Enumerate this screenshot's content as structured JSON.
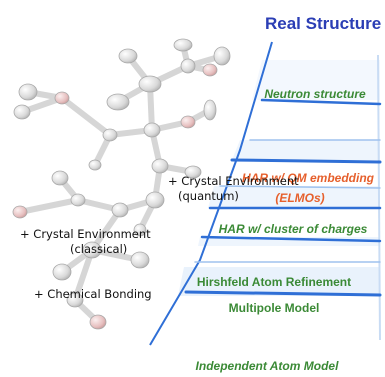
{
  "title": "Real Structure",
  "levels": {
    "neutron": "Neutron structure",
    "har_qm": "HAR w/ QM embedding",
    "elmos": "(ELMOs)",
    "har_cluster": "HAR w/ cluster of charges",
    "hirshfeld": "Hirshfeld Atom Refinement",
    "multipole": "Multipole Model",
    "iam": "Independent Atom Model"
  },
  "contributions": {
    "quantum_line1": "+ Crystal Environment",
    "quantum_line2": "(quantum)",
    "classical_line1": "+ Crystal Environment",
    "classical_line2": "(classical)",
    "bonding": "+ Chemical Bonding"
  },
  "colors": {
    "title": "#2b3eb5",
    "green_text": "#3b8a36",
    "orange_text": "#e6602d",
    "blue_band": "#2f6fd6",
    "band_fill": "#eaf2fb",
    "molecule_bond": "#c6c6c6",
    "atom_gray": "#d6d6d6",
    "atom_pink": "#e3b7b7"
  }
}
